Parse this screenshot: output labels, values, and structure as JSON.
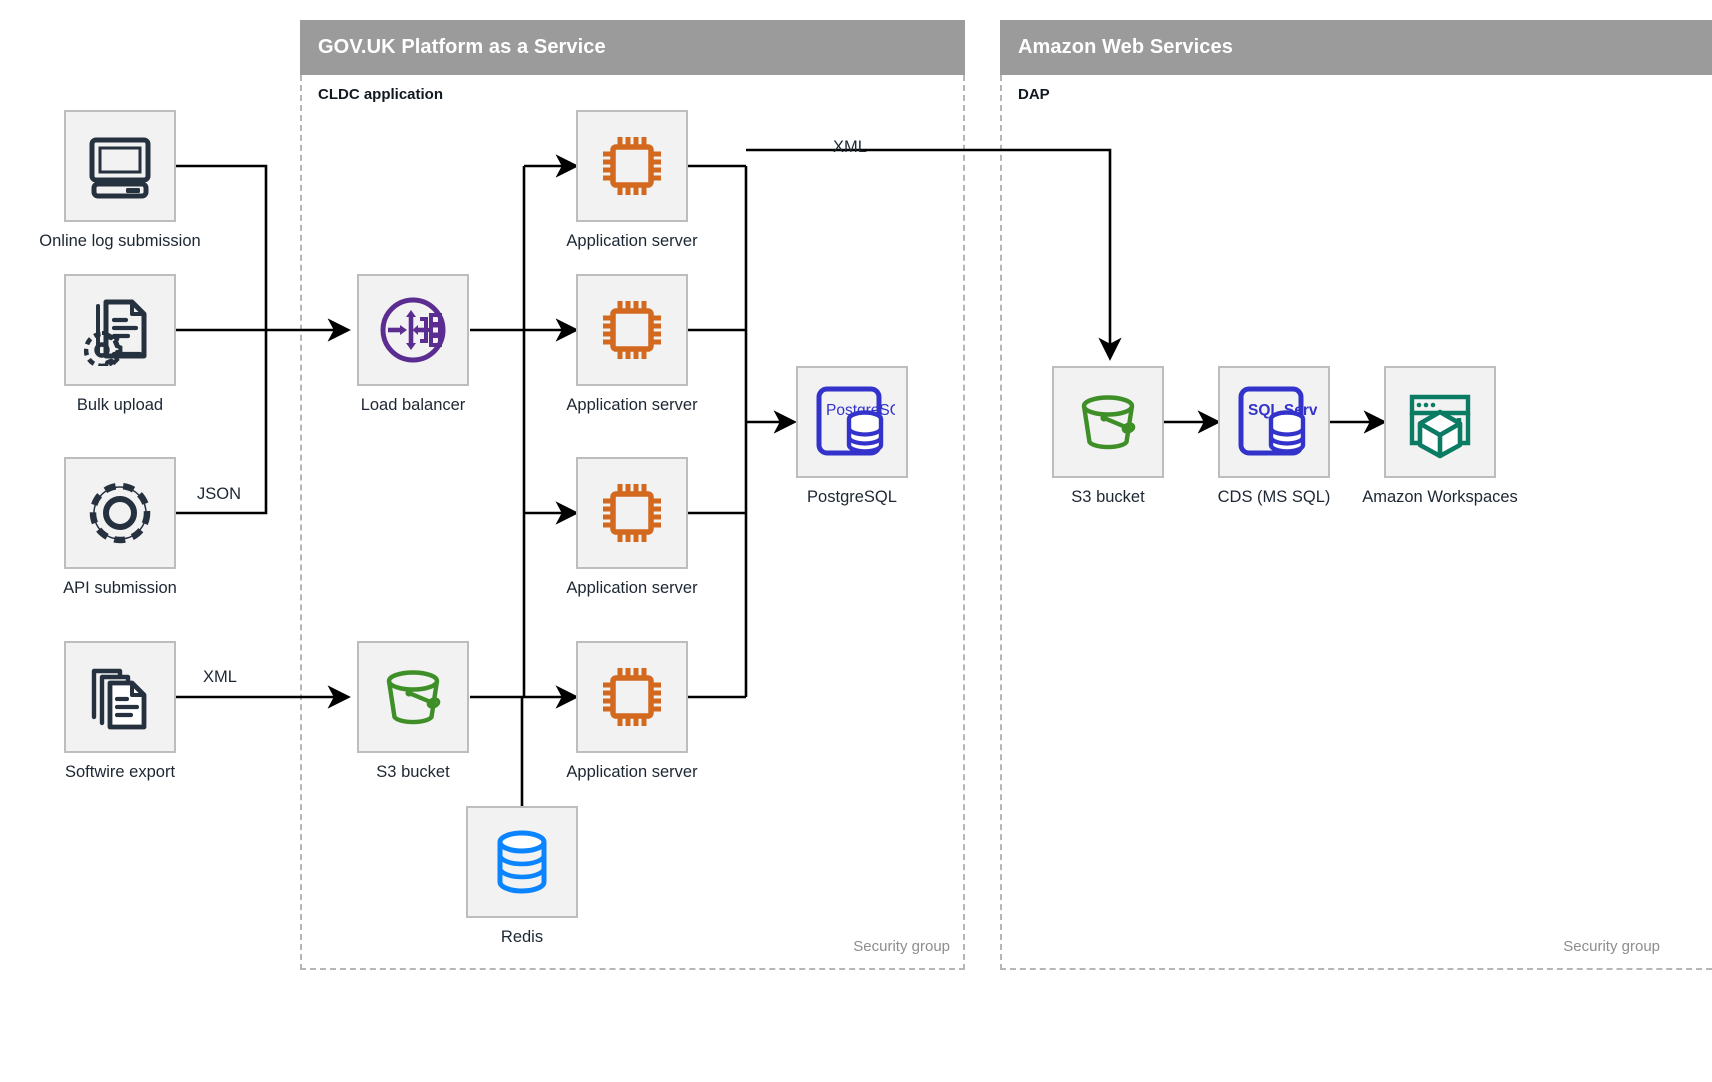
{
  "groups": [
    {
      "id": "paas",
      "title": "GOV.UK Platform as a Service",
      "sublabel": "CLDC application",
      "footer": "Security group"
    },
    {
      "id": "aws",
      "title": "Amazon Web Services",
      "sublabel": "DAP",
      "footer": "Security group"
    }
  ],
  "nodes": {
    "online_log": {
      "label": "Online log submission",
      "icon": "desktop-computer-icon",
      "color": "#26313f"
    },
    "bulk_upload": {
      "label": "Bulk upload",
      "icon": "document-gear-icon",
      "color": "#26313f"
    },
    "api_submission": {
      "label": "API submission",
      "icon": "gear-icon",
      "color": "#26313f"
    },
    "softwire_export": {
      "label": "Softwire export",
      "icon": "document-stack-icon",
      "color": "#26313f"
    },
    "load_balancer": {
      "label": "Load balancer",
      "icon": "load-balancer-icon",
      "color": "#5c2d91"
    },
    "app_server_1": {
      "label": "Application server",
      "icon": "cpu-chip-icon",
      "color": "#d2691e"
    },
    "app_server_2": {
      "label": "Application server",
      "icon": "cpu-chip-icon",
      "color": "#d2691e"
    },
    "app_server_3": {
      "label": "Application server",
      "icon": "cpu-chip-icon",
      "color": "#d2691e"
    },
    "app_server_4": {
      "label": "Application server",
      "icon": "cpu-chip-icon",
      "color": "#d2691e"
    },
    "postgresql": {
      "label": "PostgreSQL",
      "icon": "postgresql-icon",
      "badge": "PostgreSQL",
      "color": "#3333cc"
    },
    "s3_paas": {
      "label": "S3 bucket",
      "icon": "bucket-icon",
      "color": "#3f8f29"
    },
    "redis": {
      "label": "Redis",
      "icon": "database-cylinder-icon",
      "color": "#0a84ff"
    },
    "s3_dap": {
      "label": "S3 bucket",
      "icon": "bucket-icon",
      "color": "#3f8f29"
    },
    "cds_mssql": {
      "label": "CDS (MS SQL)",
      "icon": "sql-server-icon",
      "badge": "SQL Server",
      "color": "#3333cc"
    },
    "workspaces": {
      "label": "Amazon Workspaces",
      "icon": "workspaces-cube-icon",
      "color": "#0b7b63"
    }
  },
  "edge_labels": {
    "json": "JSON",
    "xml_softwire": "XML",
    "xml_to_dap": "XML"
  },
  "colors": {
    "header_bar": "#9b9b9b",
    "group_border": "#b6b6b6",
    "node_fill": "#f2f2f2",
    "node_border": "#bdbdbd",
    "connector": "#000000",
    "text": "#1d2733",
    "muted_text": "#8d8d8d"
  }
}
